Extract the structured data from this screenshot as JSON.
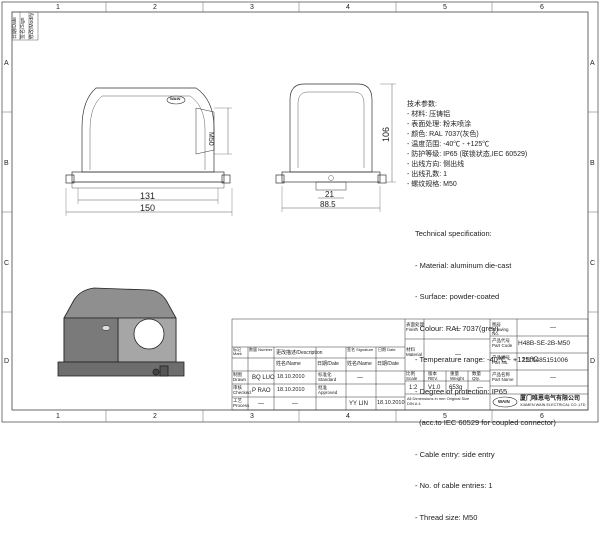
{
  "frame": {
    "top_numbers": [
      "1",
      "2",
      "3",
      "4",
      "5",
      "6"
    ],
    "bottom_numbers": [
      "1",
      "2",
      "3",
      "4",
      "5",
      "6"
    ],
    "side_letters_left": [
      "A",
      "B",
      "C",
      "D"
    ],
    "side_letters_right": [
      "A",
      "B",
      "C",
      "D"
    ],
    "corner_labels": [
      "日期/Date",
      "签名/Sign",
      "修改/Modify"
    ]
  },
  "dimensions": {
    "side_height": "M50",
    "width_inner": "131",
    "width_outer": "150",
    "height": "106",
    "offset": "21",
    "depth": "88.5"
  },
  "tech_cn": {
    "title": "技术参数:",
    "lines": [
      "- 材料: 压铸铝",
      "- 表面处理: 粉末喷涂",
      "- 颜色: RAL 7037(灰色)",
      "- 温度范围: -40℃ - +125℃",
      "- 防护等级: IP65 (联锁状态,IEC 60529)",
      "- 出线方向: 侧出线",
      "- 出线孔数: 1",
      "- 螺纹规格: M50"
    ]
  },
  "tech_en": {
    "title": "Technical specification:",
    "lines": [
      "- Material: aluminum die-cast",
      "- Surface: powder-coated",
      "- Colour: RAL 7037(grey)",
      "- Temperature range: -40℃ - +125℃",
      "- Degree of protection: IP65",
      "  (acc.to IEC 60529 for coupled connector)",
      "- Cable entry: side entry",
      "- No. of cable entries: 1",
      "- Thread size: M50"
    ]
  },
  "title_block": {
    "finish_label": "表面处理 Finish",
    "finish_value": "—",
    "material_label": "材料 Material",
    "material_value": "—",
    "drawing_no_label": "图号 Drawing No.",
    "drawing_no_value": "—",
    "part_code_label": "产品代号 Part Code",
    "part_code_value": "H48B-SE-2B-M50",
    "part_no_label": "产品编号 Part No.",
    "part_no_value": "1110485151006",
    "part_name_label": "产品名称 Part Name",
    "part_name_value": "—",
    "headers": {
      "mark": "标记 Mark",
      "number": "数量 Number",
      "change": "更改描述/Description",
      "signature": "签名 Signature",
      "date": "日期 Date"
    },
    "drawn_label": "制图 Drawn",
    "drawn_name": "BQ LUO",
    "drawn_date": "18.10.2010",
    "checked_label": "审核 Checked",
    "checked_name": "P RAO",
    "checked_date": "18.10.2010",
    "process_label": "工艺 Process",
    "process_name": "—",
    "process_date": "—",
    "standard_label": "标准化 Standard",
    "approved_label": "批准 Approved",
    "approved_name": "YY LIN",
    "approved_date": "18.10.2010",
    "name_date_header_1": "姓名/Name",
    "date_header_1": "日期/Date",
    "name_date_header_2": "姓名/Name",
    "date_header_2": "日期/Date",
    "scale_label": "比例 Scale",
    "scale_value": "1:2",
    "rev_label": "版本 REV.",
    "rev_value": "V1.0",
    "weight_label": "重量 Weight",
    "weight_value": "653g",
    "qty_label": "数量 Qty.",
    "qty_value": "—",
    "tolerance_note": "All Dimensions in mm Original Size DIN A 4",
    "company_cn": "厦门唯恩电气有限公司",
    "company_en": "XIAMEN WAIN ELECTRICAL CO.,LTD",
    "logo_text": "WAIN"
  }
}
